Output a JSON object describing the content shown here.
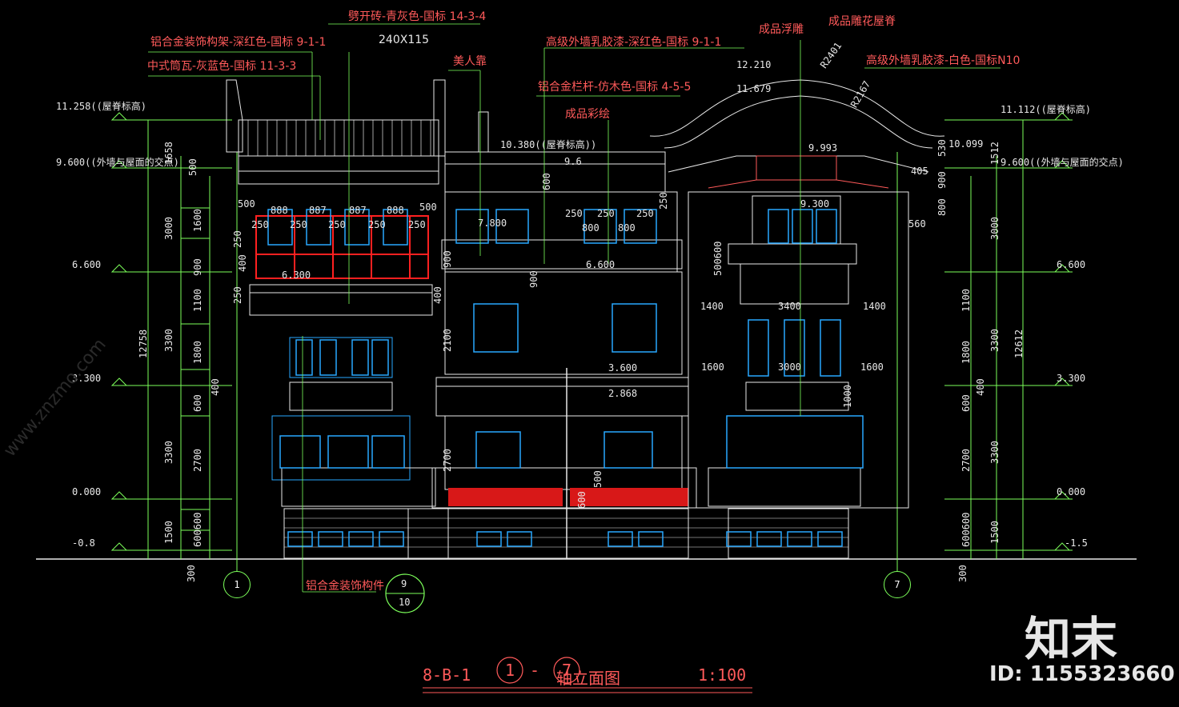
{
  "annotations": {
    "brick": "劈开砖-青灰色-国标 14-3-4",
    "brick_size": "240X115",
    "alu_frame": "铝合金装饰构架-深红色-国标 9-1-1",
    "tile": "中式筒瓦-灰蓝色-国标 11-3-3",
    "bench": "美人靠",
    "paint_red": "高级外墙乳胶漆-深红色-国标 9-1-1",
    "railing": "铝合金栏杆-仿木色-国标 4-5-5",
    "painting": "成品彩绘",
    "relief": "成品浮雕",
    "ridge": "成品雕花屋脊",
    "paint_white": "高级外墙乳胶漆-白色-国标N10",
    "alu_part": "铝合金装饰构件"
  },
  "levels_left": [
    "11.258((屋脊标高)",
    "9.600((外墙与屋面的交点)",
    "6.600",
    "3.300",
    "0.000",
    "-0.8"
  ],
  "levels_right": [
    "11.112((屋脊标高)",
    "9.600((外墙与屋面的交点)",
    "6.600",
    "3.300",
    "0.000",
    "-1.5"
  ],
  "inner_levels": [
    "12.210",
    "11.679",
    "10.380((屋脊标高))",
    "9.6",
    "9.993",
    "10.099",
    "9.300",
    "7.800",
    "6.600",
    "6.300",
    "3.600",
    "2.868"
  ],
  "dims_top": [
    "888",
    "887",
    "887",
    "888",
    "500",
    "500",
    "250",
    "250",
    "250",
    "250",
    "250",
    "250",
    "250",
    "250",
    "800",
    "800",
    "405",
    "560"
  ],
  "dims_mid": [
    "1400",
    "3400",
    "1400",
    "1600",
    "3000",
    "1600"
  ],
  "dims_left_v": [
    "1658",
    "500",
    "3000",
    "1600",
    "900",
    "1100",
    "3300",
    "1800",
    "400",
    "600",
    "3300",
    "2700",
    "1500",
    "600600",
    "12758",
    "300"
  ],
  "dims_right_v": [
    "1512",
    "530",
    "900",
    "800",
    "3000",
    "1100",
    "3300",
    "1800",
    "400",
    "600",
    "3300",
    "2700",
    "1500",
    "600600",
    "12612",
    "300"
  ],
  "dims_inner_v": [
    "2100",
    "600",
    "900",
    "2700",
    "500",
    "600",
    "500600",
    "1000",
    "900",
    "400",
    "250",
    "250",
    "250",
    "400"
  ],
  "radii": [
    "R2401",
    "R2167"
  ],
  "axes": [
    "1",
    "7"
  ],
  "detail_ref": {
    "top": "9",
    "bottom": "10"
  },
  "title": {
    "code": "8-B-1",
    "axis_a": "1",
    "axis_b": "7",
    "name": "轴立面图",
    "scale": "1:100"
  },
  "watermark": {
    "brand": "知末",
    "id": "ID: 1155323660",
    "site": "www.znzmo.com"
  },
  "colors": {
    "background": "#000000",
    "outline": "#e8e8e8",
    "dimension": "#7cff5a",
    "annotation": "#ff5a5a",
    "window": "#29a8ff",
    "accent": "#ff2020"
  }
}
